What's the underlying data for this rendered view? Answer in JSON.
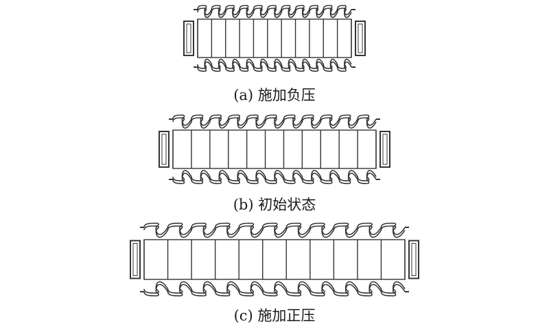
{
  "diagram": {
    "stroke_color": "#333333",
    "panels": [
      {
        "id": "a",
        "state": "negative-pressure",
        "caption": "(a) 施加负压"
      },
      {
        "id": "b",
        "state": "initial-state",
        "caption": "(b) 初始状态"
      },
      {
        "id": "c",
        "state": "positive-pressure",
        "caption": "(c)  施加正压"
      }
    ]
  }
}
